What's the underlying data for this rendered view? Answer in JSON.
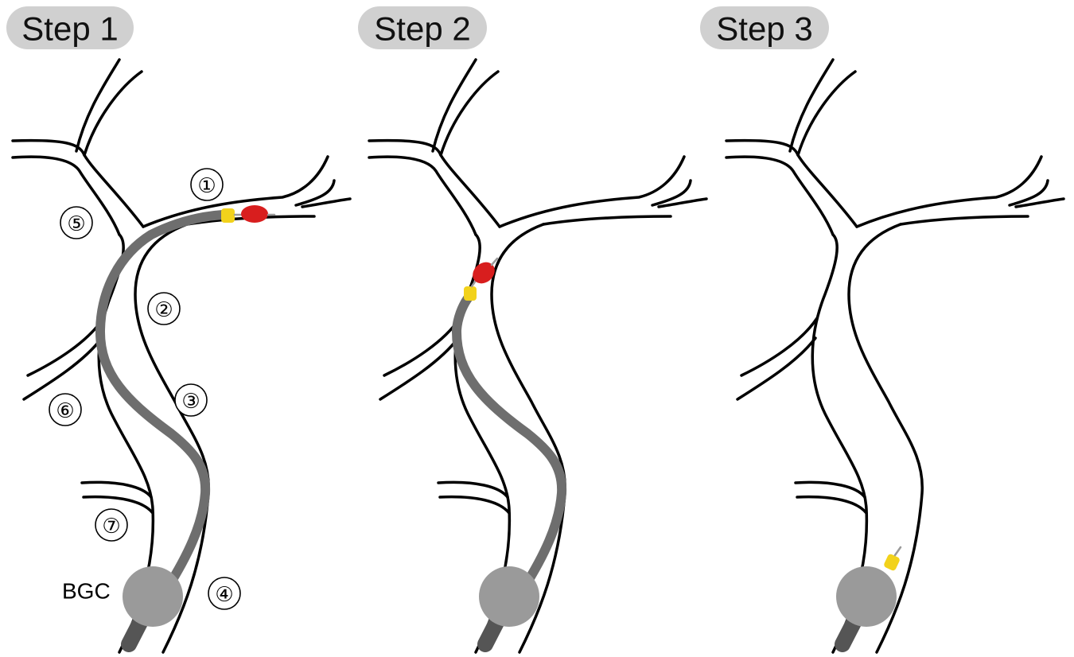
{
  "steps": [
    {
      "label": "Step 1"
    },
    {
      "label": "Step 2"
    },
    {
      "label": "Step 3"
    }
  ],
  "labels": {
    "segments": [
      "①",
      "②",
      "③",
      "④",
      "⑤",
      "⑥",
      "⑦"
    ],
    "bgc": "BGC"
  },
  "colors": {
    "background": "#ffffff",
    "pill": "#d0d0d0",
    "vessel": "#000000",
    "catheter": "#6e6e6e",
    "balloon": "#9a9a9a",
    "tip": "#f2d21b",
    "clot": "#d81e1e"
  }
}
